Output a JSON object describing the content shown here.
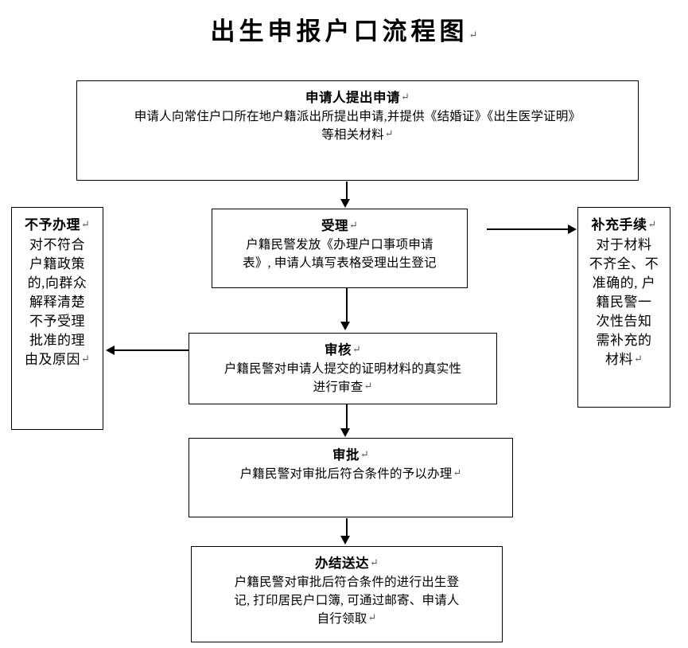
{
  "document": {
    "title": "出生申报户口流程图",
    "title_mark": "↵",
    "background_color": "#ffffff",
    "line_color": "#000000",
    "text_color": "#000000"
  },
  "chart_data": {
    "type": "flowchart",
    "title": "出生申报户口流程图",
    "nodes": [
      {
        "id": "apply",
        "head": "申请人提出申请",
        "head_mark": "↵",
        "body_lines": [
          "申请人向常住户口所在地户籍派出所提出申请,并提供《结婚证》《出生医学证明》",
          "等相关材料"
        ],
        "body_mark": "↵"
      },
      {
        "id": "accept",
        "head": "受理",
        "head_mark": "↵",
        "body_lines": [
          "户籍民警发放《办理户口事项申请",
          "表》, 申请人填写表格受理出生登记"
        ],
        "body_mark": ""
      },
      {
        "id": "reject",
        "head": "不予办理",
        "head_mark": "↵",
        "body_lines": [
          "对不符合",
          "户籍政策",
          "的,向群众",
          "解释清楚",
          "不予受理",
          "批准的理",
          "由及原因"
        ],
        "body_mark": "↵"
      },
      {
        "id": "supplement",
        "head": "补充手续",
        "head_mark": "↵",
        "body_lines": [
          "对于材料",
          "不齐全、不",
          "准确的, 户",
          "籍民警一",
          "次性告知",
          "需补充的",
          "材料"
        ],
        "body_mark": "↵"
      },
      {
        "id": "review",
        "head": "审核",
        "head_mark": "↵",
        "body_lines": [
          "户籍民警对申请人提交的证明材料的真实性",
          "进行审查"
        ],
        "body_mark": "↵"
      },
      {
        "id": "approve",
        "head": "审批",
        "head_mark": "↵",
        "body_lines": [
          "户籍民警对审批后符合条件的予以办理"
        ],
        "body_mark": "↵"
      },
      {
        "id": "deliver",
        "head": "办结送达",
        "head_mark": "↵",
        "body_lines": [
          "户籍民警对审批后符合条件的进行出生登",
          "记, 打印居民户口簿, 可通过邮寄、申请人",
          "自行领取"
        ],
        "body_mark": "↵"
      }
    ],
    "edges": [
      {
        "from": "apply",
        "to": "accept",
        "direction": "down"
      },
      {
        "from": "accept",
        "to": "supplement",
        "direction": "right"
      },
      {
        "from": "accept",
        "to": "review",
        "direction": "down"
      },
      {
        "from": "review",
        "to": "reject",
        "direction": "left"
      },
      {
        "from": "review",
        "to": "approve",
        "direction": "down"
      },
      {
        "from": "approve",
        "to": "deliver",
        "direction": "down"
      }
    ]
  }
}
